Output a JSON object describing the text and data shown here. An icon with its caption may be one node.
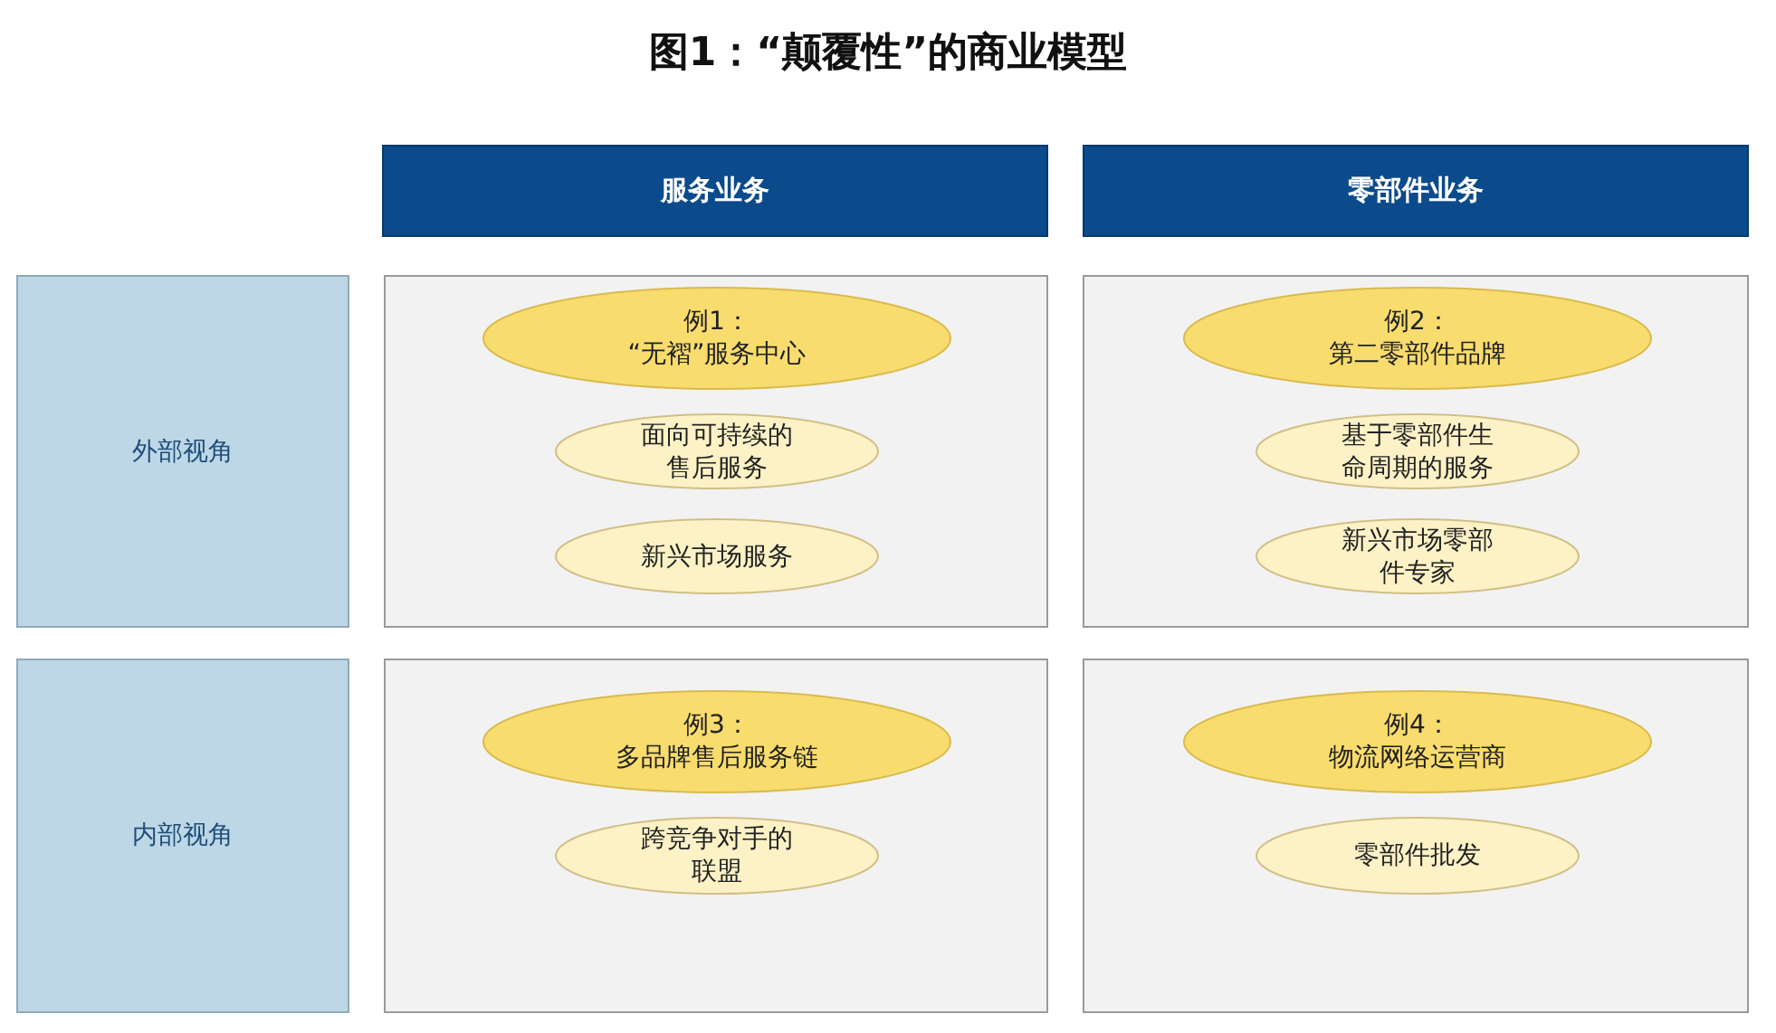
{
  "diagram": {
    "title": "图1：“颠覆性”的商业模型",
    "nodes": [
      {
        "text": [
          "服务业务"
        ]
      },
      {
        "text": [
          "零部件业务"
        ]
      },
      {
        "text": [
          "外部视角"
        ]
      },
      {
        "text": [],
        "shape": "box"
      },
      {
        "text": [
          "例1：",
          "“无褶”服务中心"
        ],
        "in": 3
      },
      {
        "text": [
          "面向可持续的售后服务"
        ],
        "in": 3
      },
      {
        "text": [
          "新兴市场服务"
        ],
        "in": 3
      },
      {
        "text": [],
        "shape": "box"
      },
      {
        "text": [
          "例2：",
          "第二零部件品牌"
        ],
        "in": 7
      },
      {
        "text": [
          "基于零部件生命周期的服务"
        ],
        "in": 7
      },
      {
        "text": [
          "新兴市场零部件专家"
        ],
        "in": 7
      },
      {
        "text": [
          "内部视角"
        ]
      },
      {
        "text": [],
        "shape": "box"
      },
      {
        "text": [
          "例3：",
          "多品牌售后服务链"
        ],
        "in": 12
      },
      {
        "text": [
          "跨竞争对手的联盟"
        ],
        "in": 12
      },
      {
        "text": [],
        "shape": "box"
      },
      {
        "text": [
          "例4：",
          "物流网络运营商"
        ],
        "in": 15
      },
      {
        "text": [
          "零部件批发"
        ],
        "in": 15
      }
    ],
    "edges": []
  }
}
